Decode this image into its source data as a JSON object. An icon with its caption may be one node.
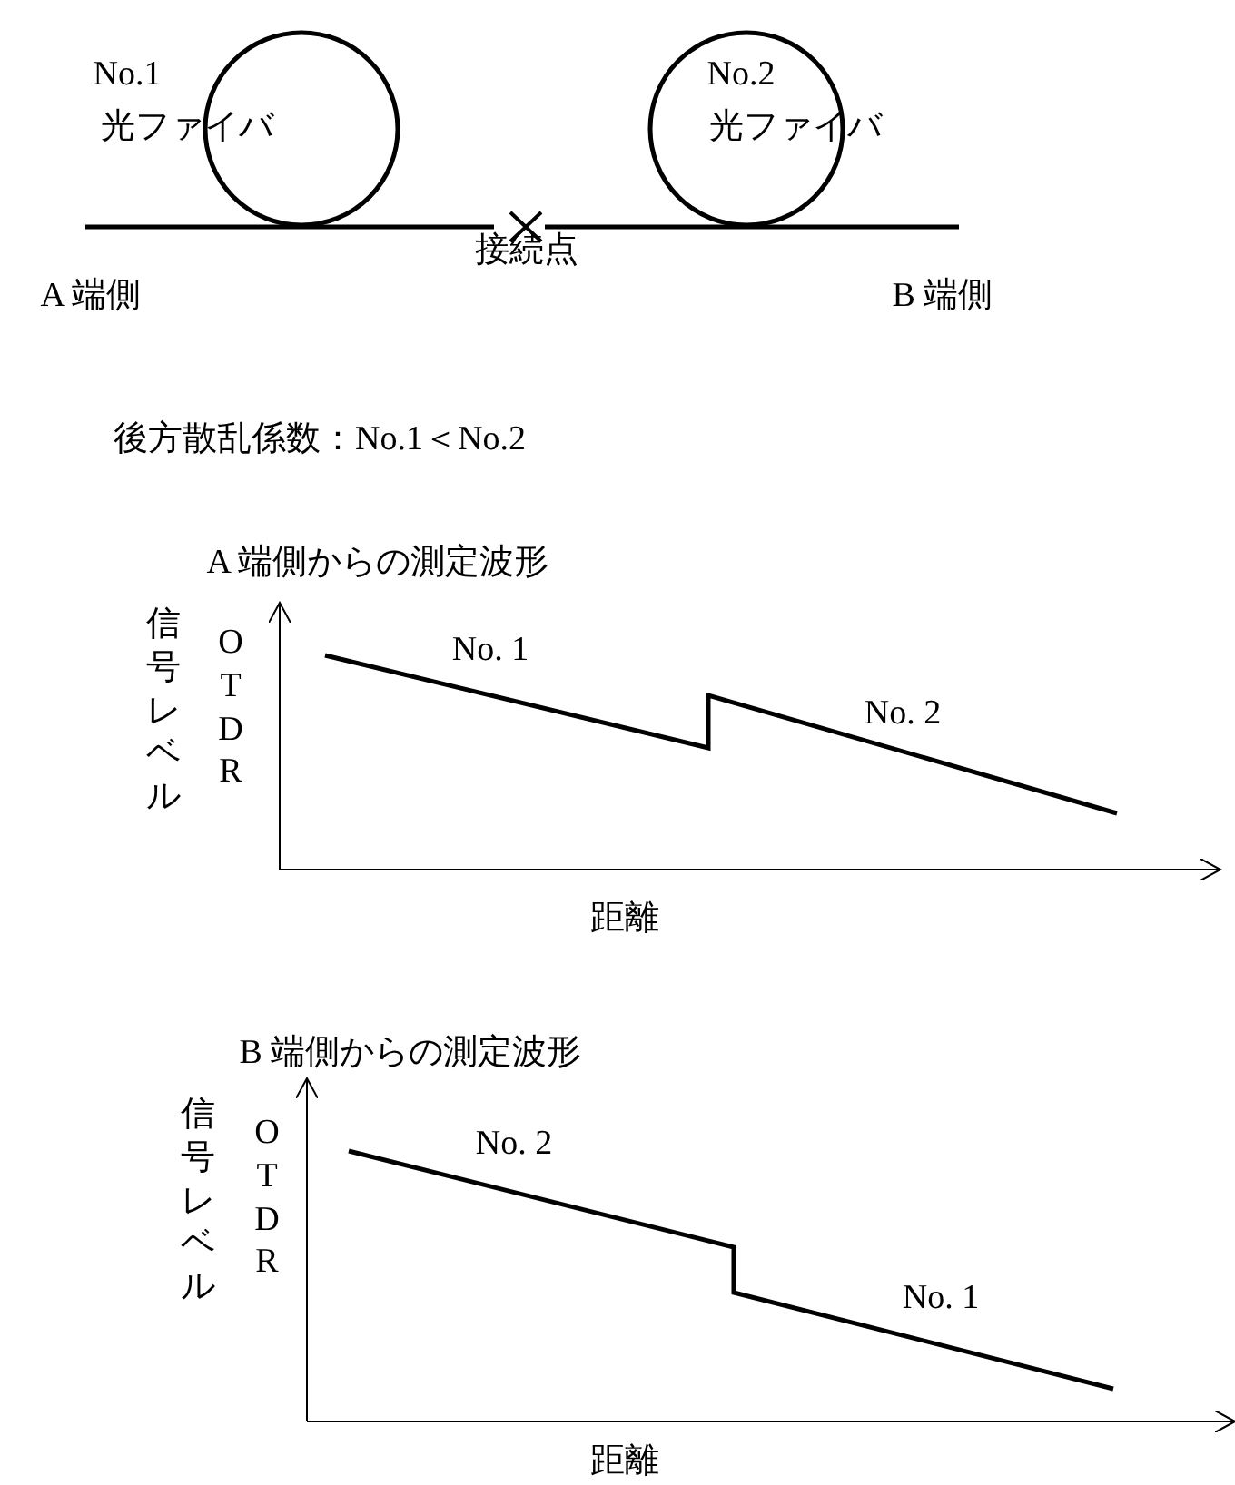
{
  "diagram": {
    "labels": [
      "No.1",
      "No.2",
      "光ファイバ",
      "光ファイバ",
      "接続点",
      "A 端側",
      "B 端側",
      "後方散乱係数：No.1＜No.2",
      "A 端側からの測定波形",
      "信号レベル",
      "OTDR",
      "No. 1",
      "No. 2",
      "距離",
      "B 端側からの測定波形",
      "信号レベル",
      "OTDR",
      "No. 2",
      "No. 1",
      "距離"
    ]
  }
}
